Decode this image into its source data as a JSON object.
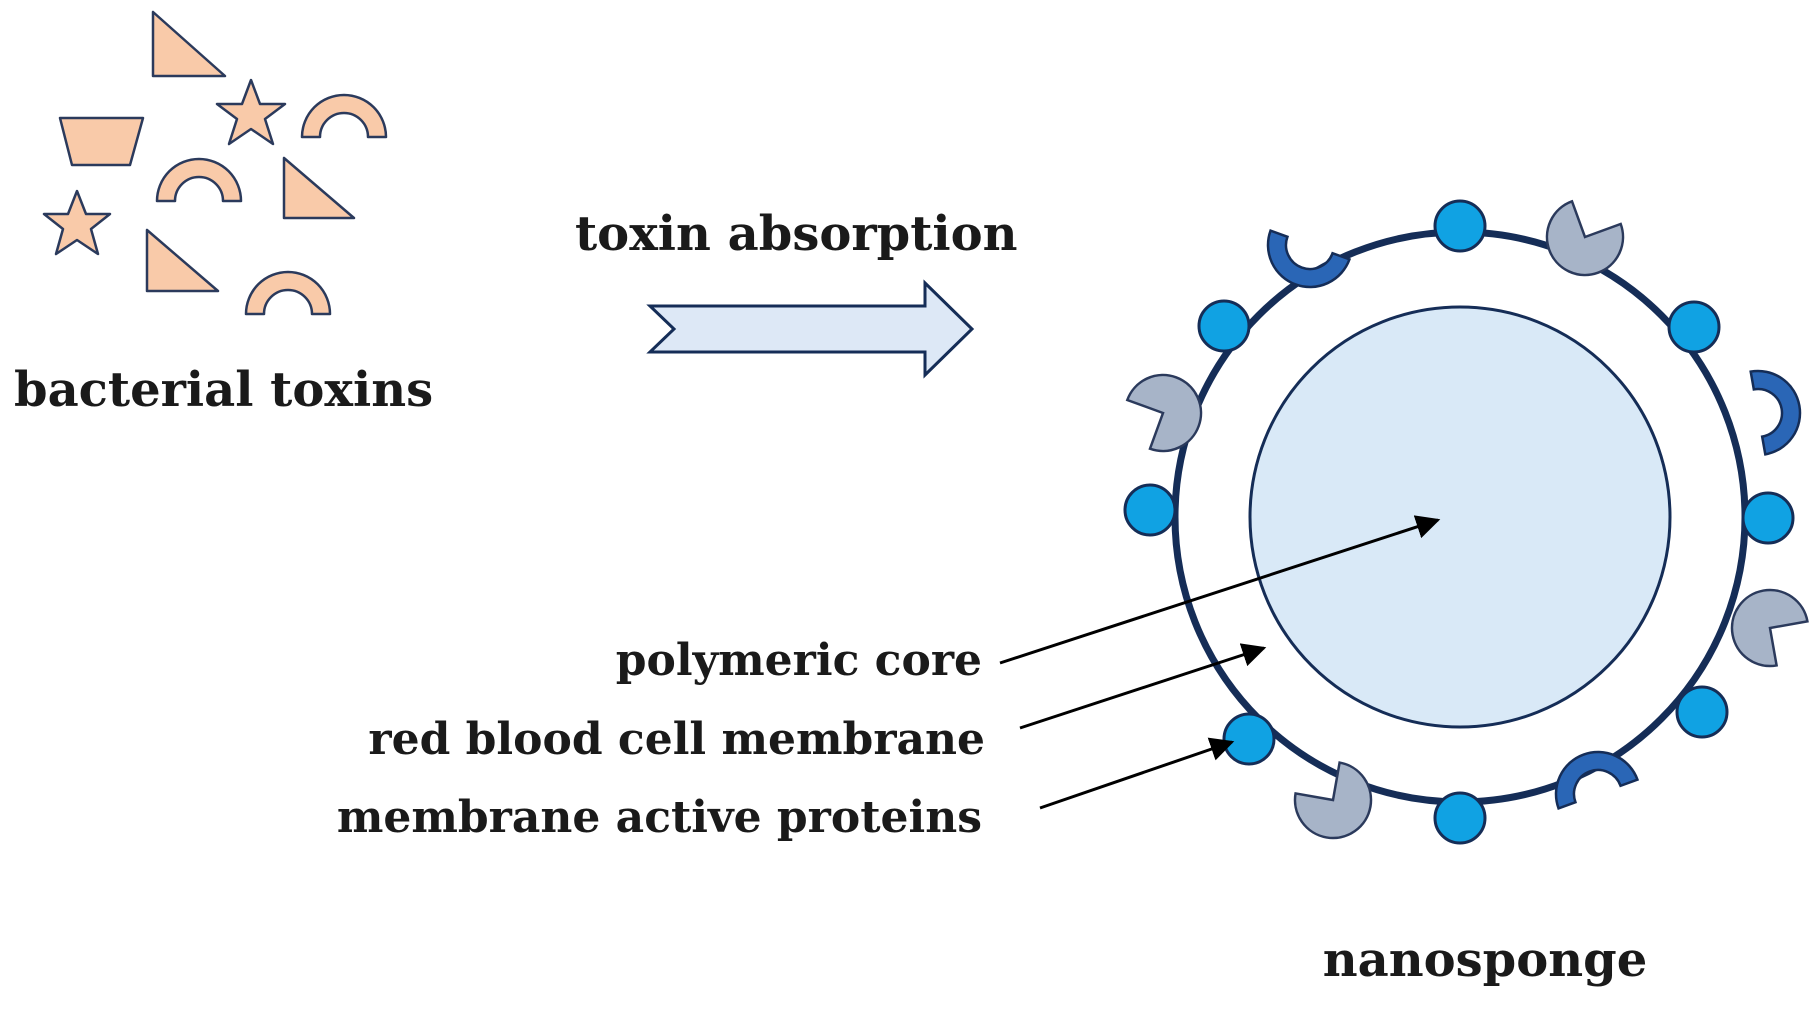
{
  "labels": {
    "bacterial_toxins": "bacterial toxins",
    "toxin_absorption": "toxin absorption",
    "polymeric_core": "polymeric core",
    "red_blood_cell_membrane": "red blood cell membrane",
    "membrane_active_proteins": "membrane active proteins",
    "nanosponge": "nanosponge"
  },
  "colors": {
    "toxin_fill": "#f9caa9",
    "toxin_stroke": "#2b3a5c",
    "arrow_fill": "#dde8f6",
    "core_fill": "#d9e9f7",
    "membrane_stroke": "#152d57",
    "protein_blue": "#10a2e3",
    "protein_dark_blue": "#2a66b6",
    "protein_gray": "#a7b4c8"
  },
  "icons": {
    "toxin_shapes": [
      "triangle",
      "star",
      "arc",
      "trapezoid",
      "arc",
      "triangle",
      "star",
      "triangle",
      "arc"
    ],
    "protein_shapes": [
      "circle",
      "pacman",
      "cup"
    ]
  }
}
